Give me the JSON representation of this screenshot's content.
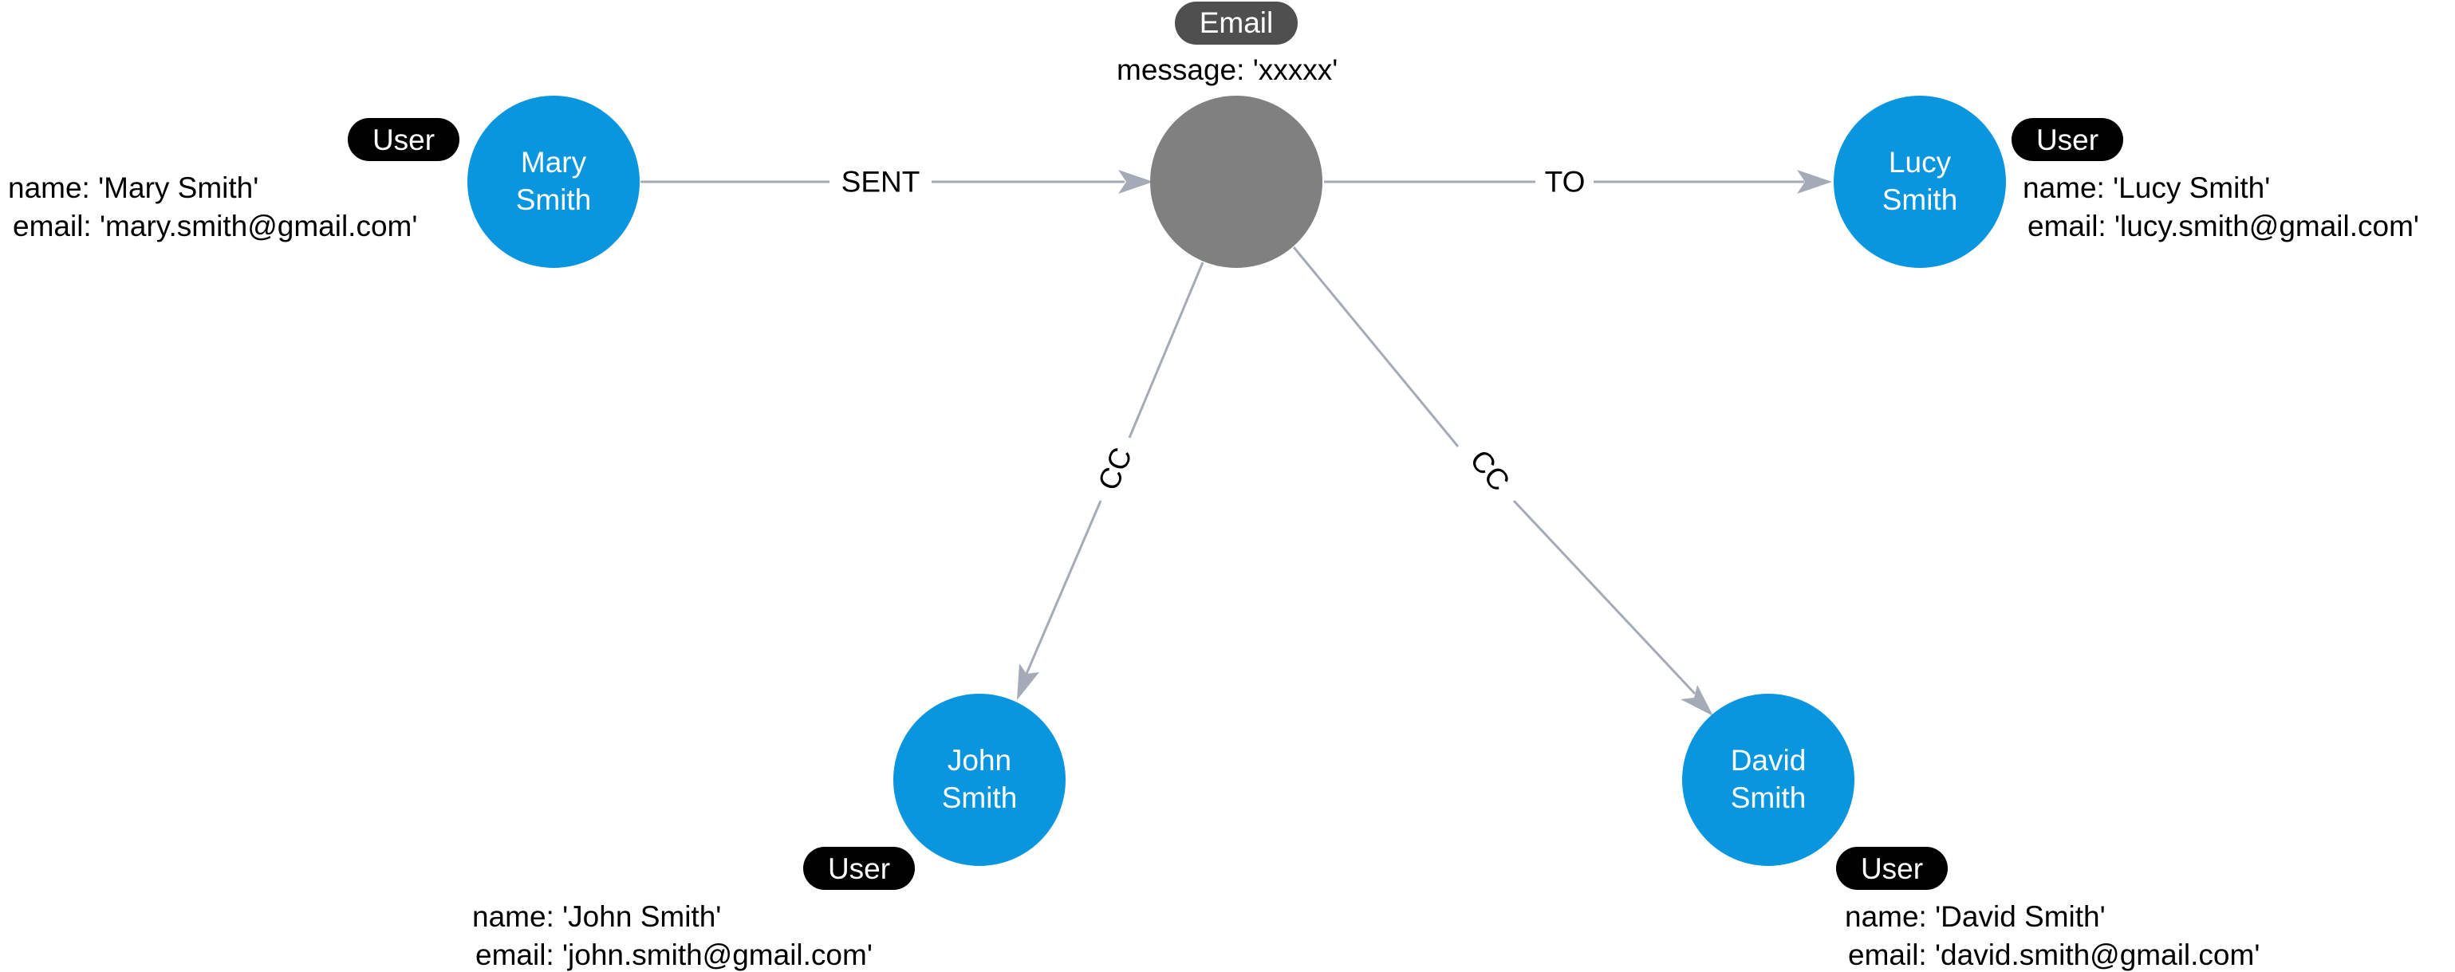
{
  "colors": {
    "user_node": "#0a96de",
    "email_node": "#808080",
    "edge": "#a5abb6",
    "user_badge": "#000000",
    "email_badge": "#4f4f4f"
  },
  "nodes": {
    "email": {
      "label_lines": [],
      "badge": "Email",
      "props": [
        "message: 'xxxxx'"
      ]
    },
    "mary": {
      "label_lines": [
        "Mary",
        "Smith"
      ],
      "badge": "User",
      "props": [
        "name: 'Mary Smith'",
        "email: 'mary.smith@gmail.com'"
      ]
    },
    "lucy": {
      "label_lines": [
        "Lucy",
        "Smith"
      ],
      "badge": "User",
      "props": [
        "name: 'Lucy Smith'",
        "email: 'lucy.smith@gmail.com'"
      ]
    },
    "john": {
      "label_lines": [
        "John",
        "Smith"
      ],
      "badge": "User",
      "props": [
        "name: 'John Smith'",
        "email: 'john.smith@gmail.com'"
      ]
    },
    "david": {
      "label_lines": [
        "David",
        "Smith"
      ],
      "badge": "User",
      "props": [
        "name: 'David Smith'",
        "email: 'david.smith@gmail.com'"
      ]
    }
  },
  "edges": {
    "sent": {
      "label": "SENT",
      "from": "mary",
      "to": "email"
    },
    "to": {
      "label": "TO",
      "from": "email",
      "to": "lucy"
    },
    "cc_john": {
      "label": "CC",
      "from": "email",
      "to": "john"
    },
    "cc_david": {
      "label": "CC",
      "from": "email",
      "to": "david"
    }
  }
}
